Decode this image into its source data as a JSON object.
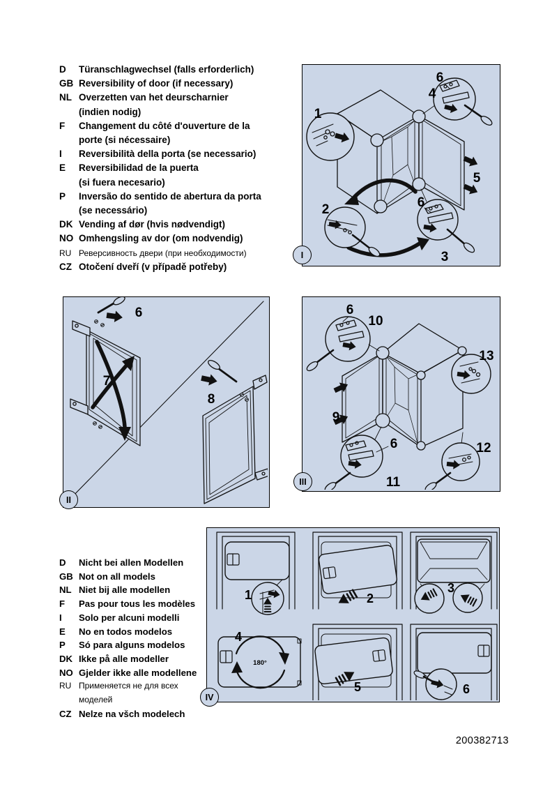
{
  "page": {
    "part_number": "200382713"
  },
  "colors": {
    "panel_bg": "#cbd6e7",
    "line": "#111111",
    "page_bg": "#ffffff"
  },
  "top_language_block": {
    "rows": [
      {
        "code": "D",
        "text": "Türanschlagwechsel (falls erforderlich)"
      },
      {
        "code": "GB",
        "text": "Reversibility of door (if necessary)"
      },
      {
        "code": "NL",
        "text": "Overzetten van het deurscharnier",
        "text2": "(indien nodig)"
      },
      {
        "code": "F",
        "text": "Changement du côté d'ouverture de la",
        "text2": "porte (si nécessaire)"
      },
      {
        "code": "I",
        "text": "Reversibilità della porta (se necessario)"
      },
      {
        "code": "E",
        "text": "Reversibilidad de la puerta",
        "text2": "(si fuera necesario)"
      },
      {
        "code": "P",
        "text": "Inversão do sentido de abertura da porta",
        "text2": "(se necessário)"
      },
      {
        "code": "DK",
        "text": "Vending af dør (hvis nødvendigt)"
      },
      {
        "code": "NO",
        "text": "Omhengsling av dor (om nodvendig)"
      },
      {
        "code": "RU",
        "text": "Реверсивность двери (при необходимости)"
      },
      {
        "code": "CZ",
        "text": "Otočení dveří (v případě potřeby)"
      }
    ]
  },
  "bottom_language_block": {
    "rows": [
      {
        "code": "D",
        "text": "Nicht bei allen Modellen"
      },
      {
        "code": "GB",
        "text": "Not on all models"
      },
      {
        "code": "NL",
        "text": "Niet bij alle modellen"
      },
      {
        "code": "F",
        "text": "Pas pour tous les modèles"
      },
      {
        "code": "I",
        "text": "Solo per alcuni modelli"
      },
      {
        "code": "E",
        "text": "No en todos modelos"
      },
      {
        "code": "P",
        "text": "Só para alguns modelos"
      },
      {
        "code": "DK",
        "text": "Ikke på alle modeller"
      },
      {
        "code": "NO",
        "text": "Gjelder ikke alle modellene"
      },
      {
        "code": "RU",
        "text": "Применяется не для всех",
        "text2": "моделей"
      },
      {
        "code": "CZ",
        "text": "Nelze na všch modelech"
      }
    ]
  },
  "diagrams": {
    "d1": {
      "badge": "I",
      "callouts": {
        "c1": "1",
        "c2": "2",
        "c3": "3",
        "c4": "4",
        "c5": "5",
        "c6_top": "6",
        "c6_bottom": "6"
      }
    },
    "d2": {
      "badge": "II",
      "callouts": {
        "c6": "6",
        "c7": "7",
        "c8": "8"
      }
    },
    "d3": {
      "badge": "III",
      "callouts": {
        "c6_top": "6",
        "c6_bottom": "6",
        "c9": "9",
        "c10": "10",
        "c11": "11",
        "c12": "12",
        "c13": "13"
      }
    },
    "d4": {
      "badge": "IV",
      "callouts": {
        "c1": "1",
        "c2": "2",
        "c3": "3",
        "c4": "4",
        "c5": "5",
        "c6": "6",
        "rotation": "180°"
      }
    }
  }
}
